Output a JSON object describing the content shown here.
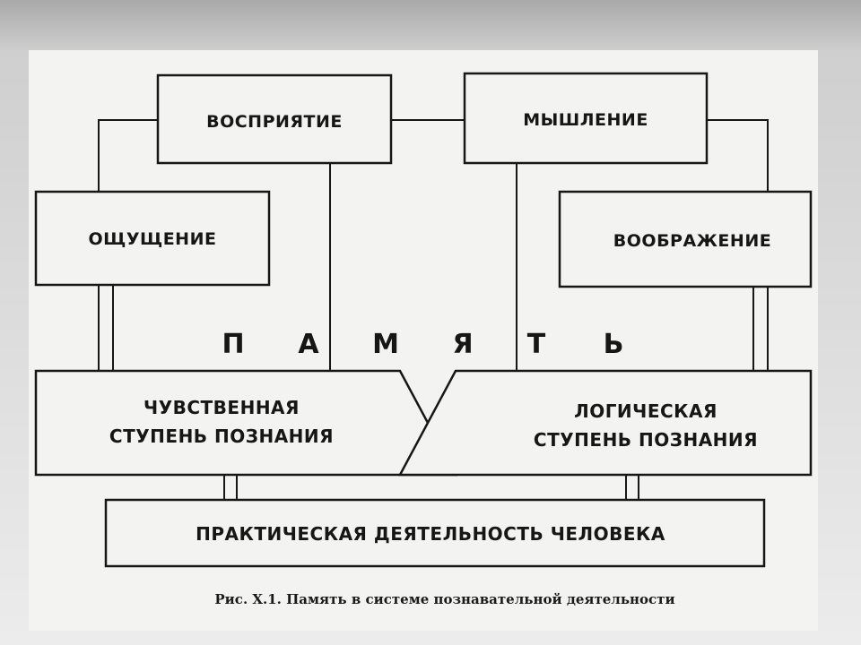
{
  "diagram": {
    "nodes": {
      "perception": "ВОСПРИЯТИЕ",
      "thinking": "МЫШЛЕНИЕ",
      "sensation": "ОЩУЩЕНИЕ",
      "imagination": "ВООБРАЖЕНИЕ",
      "sensory_stage": [
        "ЧУВСТВЕННАЯ",
        "СТУПЕНЬ ПОЗНАНИЯ"
      ],
      "logical_stage": [
        "ЛОГИЧЕСКАЯ",
        "СТУПЕНЬ ПОЗНАНИЯ"
      ],
      "practice": "ПРАКТИЧЕСКАЯ ДЕЯТЕЛЬНОСТЬ ЧЕЛОВЕКА"
    },
    "memory_letters": [
      "П",
      "А",
      "М",
      "Я",
      "Т",
      "Ь"
    ]
  },
  "caption": "Рис. X.1. Память в системе познавательной деятельности"
}
